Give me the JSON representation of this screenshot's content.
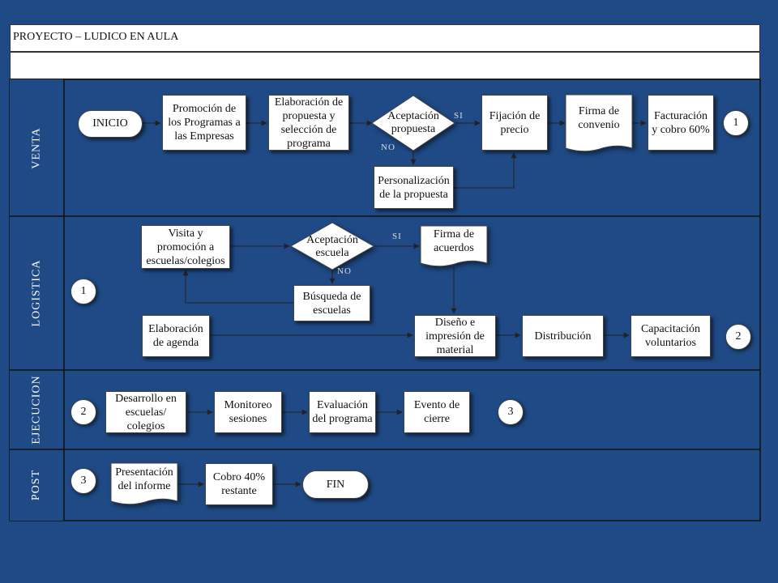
{
  "title": "PROYECTO – LUDICO EN AULA",
  "lanes": {
    "venta": "VENTA",
    "logistica": "LOGISTICA",
    "ejecucion": "EJECUCION",
    "post": "POST"
  },
  "venta": {
    "inicio": "INICIO",
    "promocion": "Promoción de los Programas a las Empresas",
    "elaboracion": "Elaboración de propuesta y selección de programa",
    "aceptacion": "Aceptación propuesta",
    "fijacion": "Fijación  de precio",
    "firma_convenio": "Firma de convenio",
    "facturacion": "Facturación y cobro 60%",
    "personalizacion": "Personalización de la propuesta",
    "connector_1": "1",
    "si": "SI",
    "no": "NO"
  },
  "logistica": {
    "connector_1": "1",
    "visita": "Visita y promoción a escuelas/colegios",
    "aceptacion_escuela": "Aceptación escuela",
    "firma_acuerdos": "Firma de acuerdos",
    "busqueda": "Búsqueda de escuelas",
    "elaboracion_agenda": "Elaboración de agenda",
    "diseno": "Diseño e impresión de material",
    "distribucion": "Distribución",
    "capacitacion": "Capacitación voluntarios",
    "connector_2": "2",
    "si": "SI",
    "no": "NO"
  },
  "ejecucion": {
    "connector_2": "2",
    "desarrollo": "Desarrollo en escuelas/ colegios",
    "monitoreo": "Monitoreo sesiones",
    "evaluacion": "Evaluación del programa",
    "evento": "Evento de cierre",
    "connector_3": "3"
  },
  "post": {
    "connector_3": "3",
    "presentacion": "Presentación del informe",
    "cobro": "Cobro 40% restante",
    "fin": "FIN"
  },
  "colors": {
    "background": "#1f4a85",
    "lines": "#222222",
    "box": "#ffffff"
  }
}
